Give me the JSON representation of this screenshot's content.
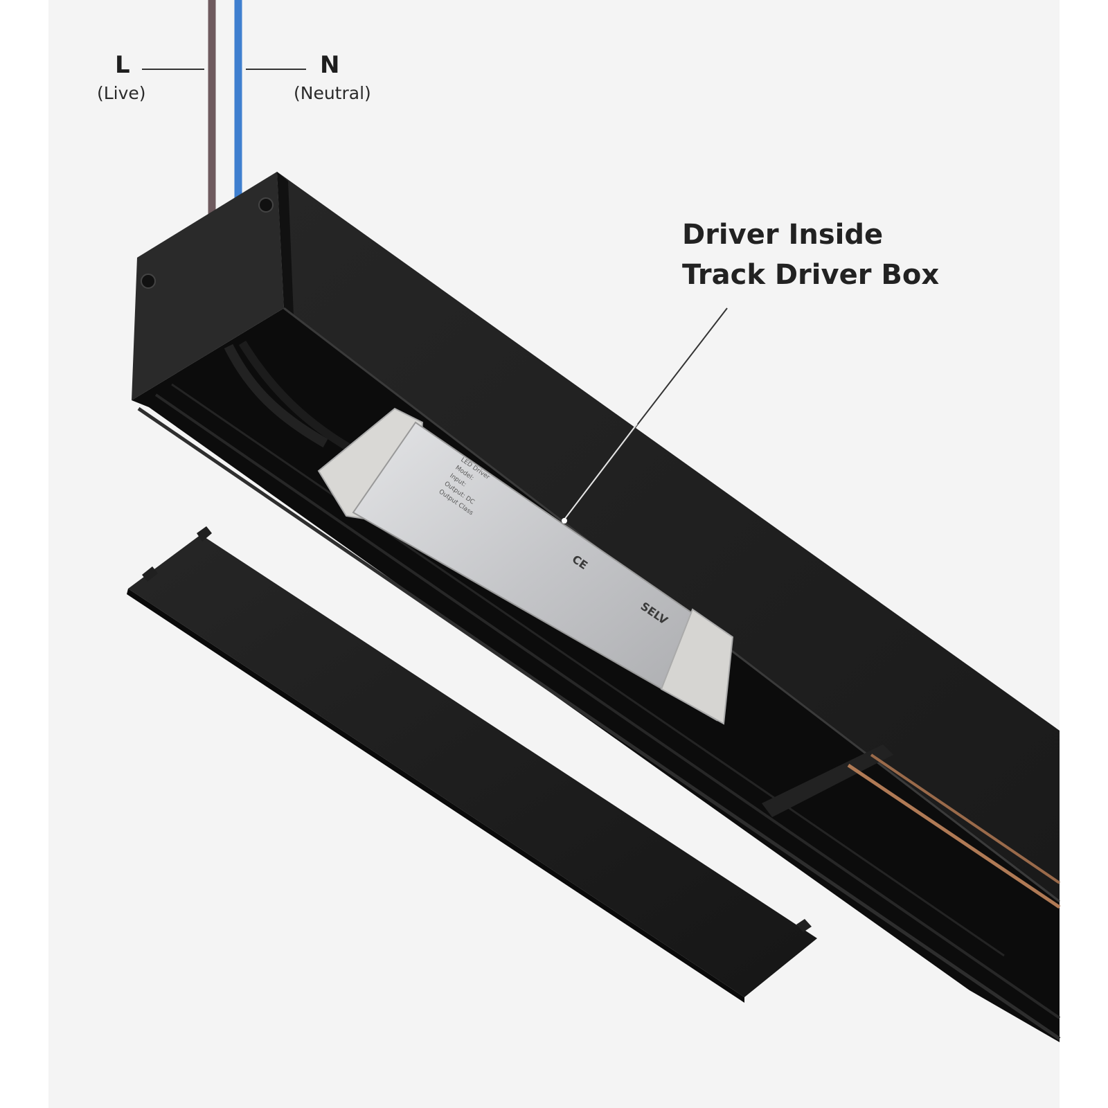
{
  "colors": {
    "background": "#f4f4f4",
    "live_wire": "#6e5a5e",
    "neutral_wire": "#3f7fcf",
    "track_body": "#1b1b1b",
    "driver_housing": "#c9cacc",
    "copper_rail": "#b07a55"
  },
  "wires": {
    "live": {
      "letter": "L",
      "sublabel": "(Live)"
    },
    "neutral": {
      "letter": "N",
      "sublabel": "(Neutral)"
    }
  },
  "callout": {
    "line1": "Driver Inside",
    "line2": "Track Driver Box"
  },
  "driver_label": {
    "line1": "LED Driver",
    "line2": "Model:",
    "line3": "Input:",
    "line4": "Output: DC",
    "line5": "Output Class",
    "mark_selv": "SELV",
    "mark_ce": "CE"
  }
}
